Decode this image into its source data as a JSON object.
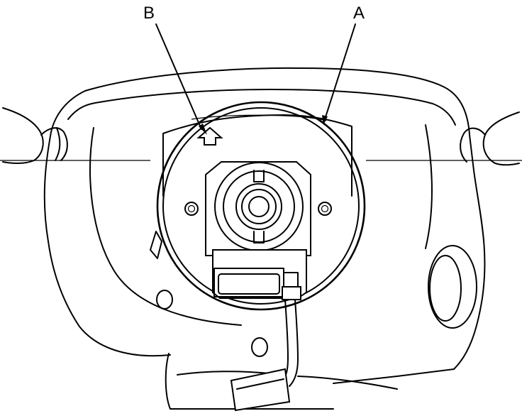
{
  "callouts": [
    {
      "id": "B",
      "text": "B"
    },
    {
      "id": "A",
      "text": "A"
    }
  ],
  "colors": {
    "line": "#000000",
    "background": "#ffffff"
  }
}
